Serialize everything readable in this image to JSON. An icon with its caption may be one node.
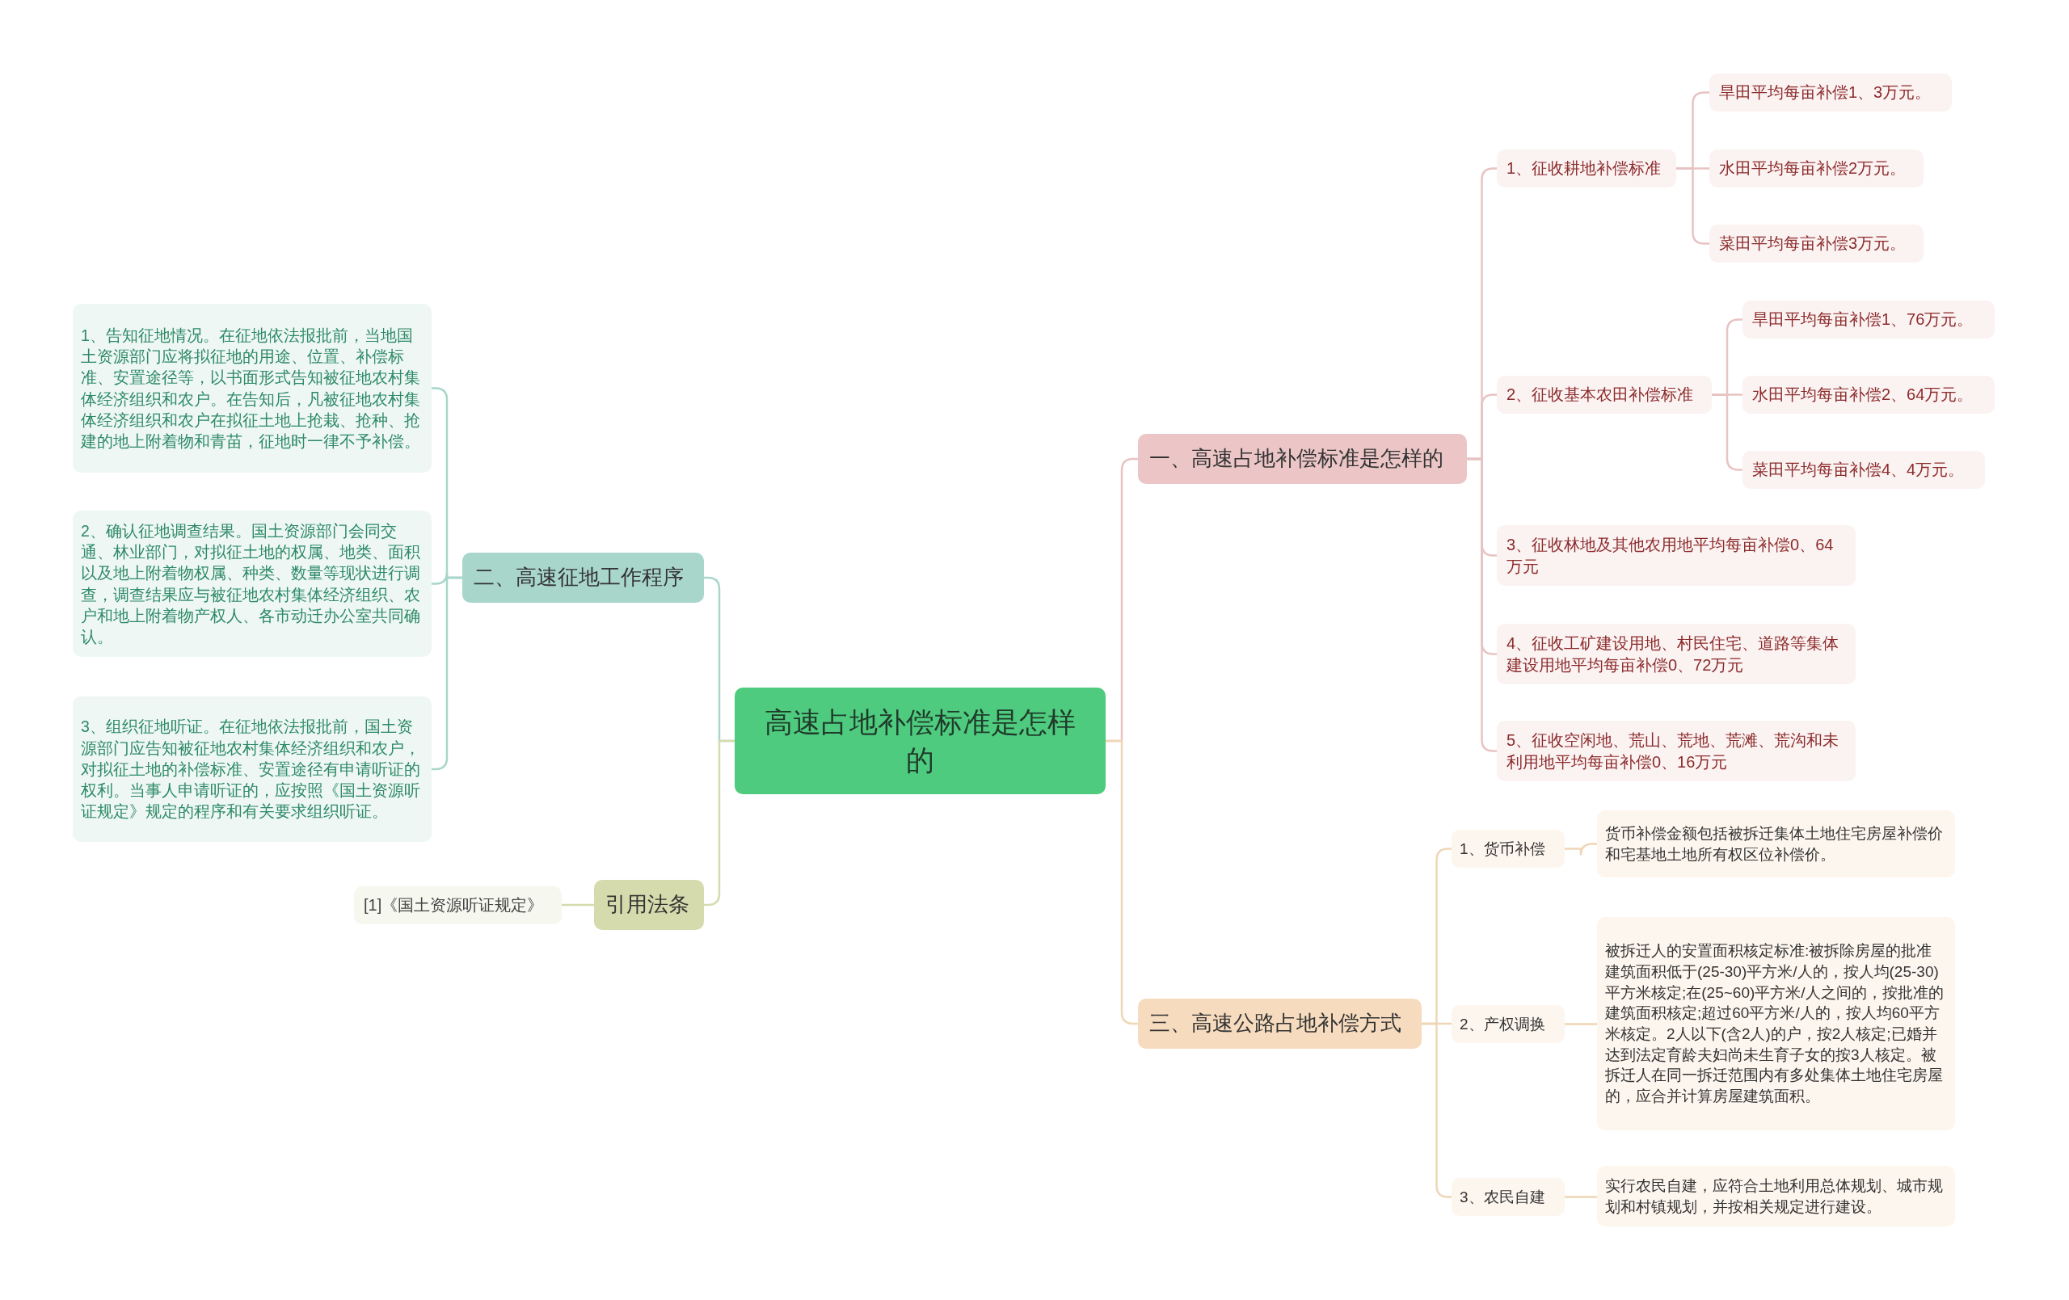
{
  "diagram": {
    "nodes": [
      {
        "text": [
          "高速占地补偿标准是怎样的"
        ]
      },
      {
        "text": [
          "一、高速占地补偿标准是怎样的"
        ]
      },
      {
        "text": [
          "1、征收耕地补偿标准"
        ]
      },
      {
        "text": [
          "旱田平均每亩补偿1、3万元。"
        ]
      },
      {
        "text": [
          "水田平均每亩补偿2万元。"
        ]
      },
      {
        "text": [
          "菜田平均每亩补偿3万元。"
        ]
      },
      {
        "text": [
          "2、征收基本农田补偿标准"
        ]
      },
      {
        "text": [
          "旱田平均每亩补偿1、76万元。"
        ]
      },
      {
        "text": [
          "水田平均每亩补偿2、64万元。"
        ]
      },
      {
        "text": [
          "菜田平均每亩补偿4、4万元。"
        ]
      },
      {
        "text": [
          "3、征收林地及其他农用地平均每亩补偿0、64万元"
        ]
      },
      {
        "text": [
          "4、征收工矿建设用地、村民住宅、道路等集体建设用地平均每亩补偿0、72万元"
        ]
      },
      {
        "text": [
          "5、征收空闲地、荒山、荒地、荒滩、荒沟和未利用地平均每亩补偿0、16万元"
        ]
      },
      {
        "text": [
          "三、高速公路占地补偿方式"
        ]
      },
      {
        "text": [
          "1、货币补偿"
        ]
      },
      {
        "text": [
          "货币补偿金额包括被拆迁集体土地住宅房屋补偿价和宅基地土地所有权区位补偿价。"
        ]
      },
      {
        "text": [
          "2、产权调换"
        ]
      },
      {
        "text": [
          "被拆迁人的安置面积核定标准:被拆除房屋的批准建筑面积低于(25-30)平方米/人的，按人均(25-30)平方米核定;在(25~60)平方米/人之间的，按批准的建筑面积核定;超过60平方米/人的，按人均60平方米核定。2人以下(含2人)的户，按2人核定;已婚并达到法定育龄夫妇尚未生育子女的按3人核定。被拆迁人在同一拆迁范围内有多处集体土地住宅房屋的，应合并计算房屋建筑面积。"
        ]
      },
      {
        "text": [
          "3、农民自建"
        ]
      },
      {
        "text": [
          "实行农民自建，应符合土地利用总体规划、城市规划和村镇规划，并按相关规定进行建设。"
        ]
      },
      {
        "text": [
          "二、高速征地工作程序"
        ]
      },
      {
        "text": [
          "1、告知征地情况。在征地依法报批前，当地国土资源部门应将拟征地的用途、位置、补偿标准、安置途径等，以书面形式告知被征地农村集体经济组织和农户。在告知后，凡被征地农村集体经济组织和农户在拟征土地上抢栽、抢种、抢建的地上附着物和青苗，征地时一律不予补偿。"
        ]
      },
      {
        "text": [
          "2、确认征地调查结果。国土资源部门会同交通、林业部门，对拟征土地的权属、地类、面积以及地上附着物权属、种类、数量等现状进行调查，调查结果应与被征地农村集体经济组织、农户和地上附着物产权人、各市动迁办公室共同确认。"
        ]
      },
      {
        "text": [
          "3、组织征地听证。在征地依法报批前，国土资源部门应告知被征地农村集体经济组织和农户，对拟征土地的补偿标准、安置途径有申请听证的权利。当事人申请听证的，应按照《国土资源听证规定》规定的程序和有关要求组织听证。"
        ]
      },
      {
        "text": [
          "引用法条"
        ]
      },
      {
        "text": [
          "[1]《国土资源听证规定》"
        ]
      }
    ],
    "edges": [
      {
        "from": 0,
        "to": 1,
        "arrow": "none",
        "color": "#e8c3c3"
      },
      {
        "from": 1,
        "to": 2,
        "arrow": "none",
        "color": "#e8c3c3"
      },
      {
        "from": 2,
        "to": 3,
        "arrow": "none",
        "color": "#e8c3c3"
      },
      {
        "from": 2,
        "to": 4,
        "arrow": "none",
        "color": "#e8c3c3"
      },
      {
        "from": 2,
        "to": 5,
        "arrow": "none",
        "color": "#e8c3c3"
      },
      {
        "from": 1,
        "to": 6,
        "arrow": "none",
        "color": "#e8c3c3"
      },
      {
        "from": 6,
        "to": 7,
        "arrow": "none",
        "color": "#e8c3c3"
      },
      {
        "from": 6,
        "to": 8,
        "arrow": "none",
        "color": "#e8c3c3"
      },
      {
        "from": 6,
        "to": 9,
        "arrow": "none",
        "color": "#e8c3c3"
      },
      {
        "from": 1,
        "to": 10,
        "arrow": "none",
        "color": "#e8c3c3"
      },
      {
        "from": 1,
        "to": 11,
        "arrow": "none",
        "color": "#e8c3c3"
      },
      {
        "from": 1,
        "to": 12,
        "arrow": "none",
        "color": "#e8c3c3"
      },
      {
        "from": 0,
        "to": 13,
        "arrow": "none",
        "color": "#efd6b6"
      },
      {
        "from": 13,
        "to": 14,
        "arrow": "none",
        "color": "#efd6b6"
      },
      {
        "from": 14,
        "to": 15,
        "arrow": "none",
        "color": "#efd6b6"
      },
      {
        "from": 13,
        "to": 16,
        "arrow": "none",
        "color": "#efd6b6"
      },
      {
        "from": 16,
        "to": 17,
        "arrow": "none",
        "color": "#efd6b6"
      },
      {
        "from": 13,
        "to": 18,
        "arrow": "none",
        "color": "#efd6b6"
      },
      {
        "from": 18,
        "to": 19,
        "arrow": "none",
        "color": "#efd6b6"
      },
      {
        "from": 0,
        "to": 20,
        "arrow": "none",
        "color": "#a8d6cb"
      },
      {
        "from": 20,
        "to": 21,
        "arrow": "none",
        "color": "#a8d6cb"
      },
      {
        "from": 20,
        "to": 22,
        "arrow": "none",
        "color": "#a8d6cb"
      },
      {
        "from": 20,
        "to": 23,
        "arrow": "none",
        "color": "#a8d6cb"
      },
      {
        "from": 0,
        "to": 24,
        "arrow": "none",
        "color": "#d6dbae"
      },
      {
        "from": 24,
        "to": 25,
        "arrow": "none",
        "color": "#d6dbae"
      }
    ]
  }
}
